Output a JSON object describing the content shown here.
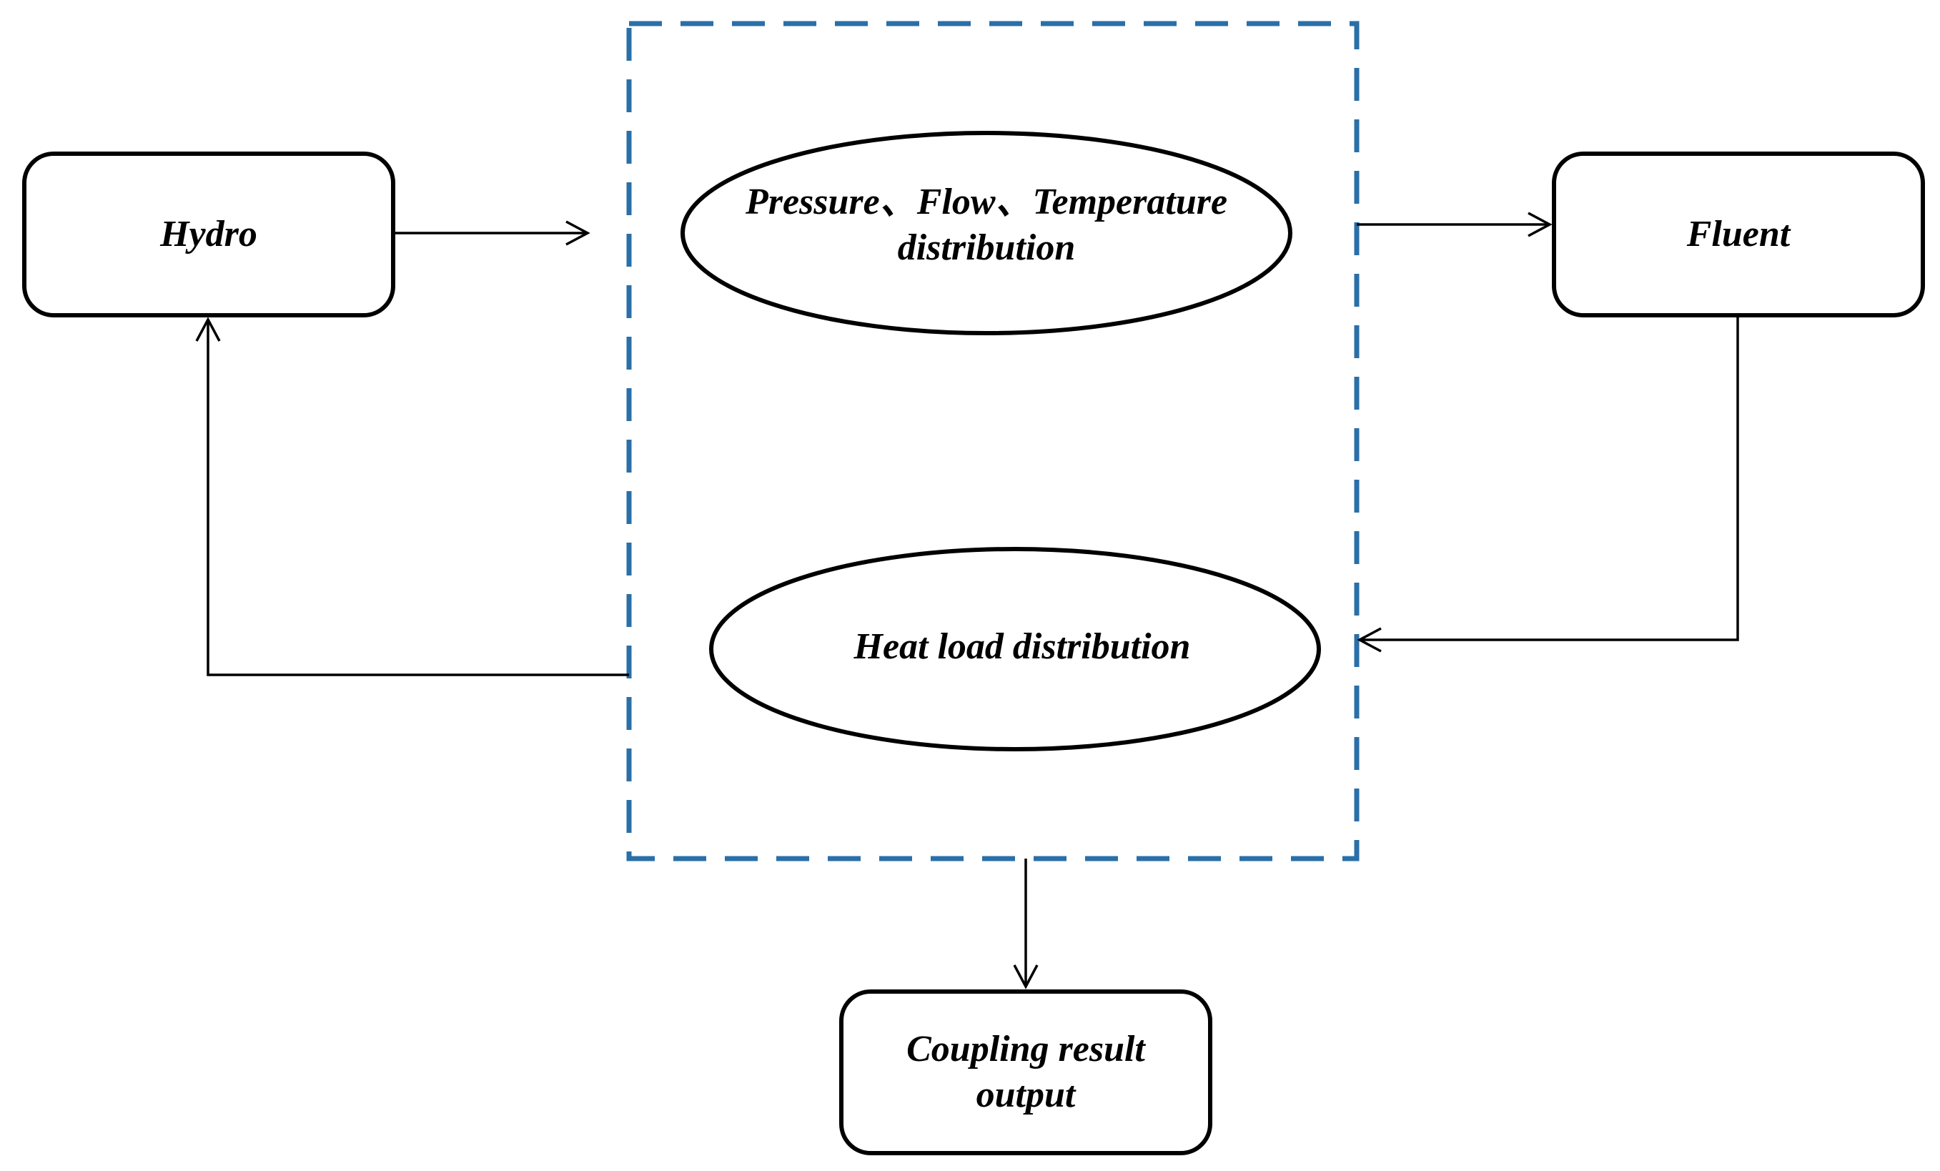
{
  "diagram": {
    "nodes": {
      "hydro": {
        "label": "Hydro"
      },
      "fluent": {
        "label": "Fluent"
      },
      "pressure": {
        "line1": "Pressure、Flow、Temperature",
        "line2": "distribution"
      },
      "heat_load": {
        "label": "Heat load distribution"
      },
      "output": {
        "line1": "Coupling result",
        "line2": "output"
      }
    },
    "edges": [
      {
        "from": "hydro",
        "to": "coupling-region"
      },
      {
        "from": "coupling-region",
        "to": "fluent"
      },
      {
        "from": "fluent",
        "to": "coupling-region"
      },
      {
        "from": "coupling-region",
        "to": "hydro"
      },
      {
        "from": "coupling-region",
        "to": "output"
      }
    ],
    "colors": {
      "region_border": "#2a6fa8",
      "line": "#000000"
    }
  }
}
